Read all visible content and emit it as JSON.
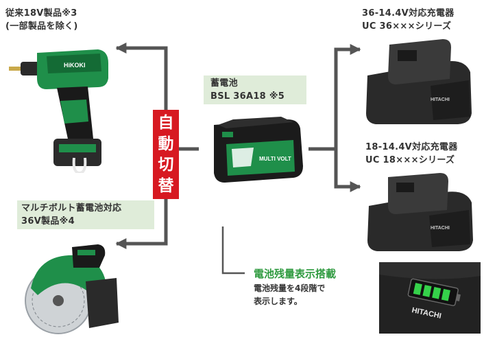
{
  "top_left": {
    "line1": "従来18V製品※3",
    "line2": "(一部製品を除く)"
  },
  "bottom_left": {
    "line1": "マルチボルト蓄電池対応",
    "line2": "36V製品※4"
  },
  "switch_badge": {
    "chars": [
      "自",
      "動",
      "切",
      "替"
    ]
  },
  "center": {
    "line1": "蓄電池",
    "line2": "BSL 36A18 ※5"
  },
  "top_right": {
    "line1": "36-14.4V対応充電器",
    "line2": "UC 36×××シリーズ"
  },
  "mid_right": {
    "line1": "18-14.4V対応充電器",
    "line2": "UC 18×××シリーズ"
  },
  "feature": {
    "title": "電池残量表示搭載",
    "desc1": "電池残量を4段階で",
    "desc2": "表示します。"
  },
  "brand": {
    "charger_top": "HITACHI",
    "charger_bottom": "HITACHI",
    "battery_panel": "HITACHI"
  },
  "colors": {
    "accent_red": "#d71921",
    "feature_green": "#2e9a3f",
    "label_bg": "#dfecd9",
    "tool_green": "#1f8f4a",
    "line": "#555555"
  },
  "icons": [
    "impact-driver",
    "circular-saw",
    "battery-pack",
    "charger",
    "battery-indicator"
  ]
}
